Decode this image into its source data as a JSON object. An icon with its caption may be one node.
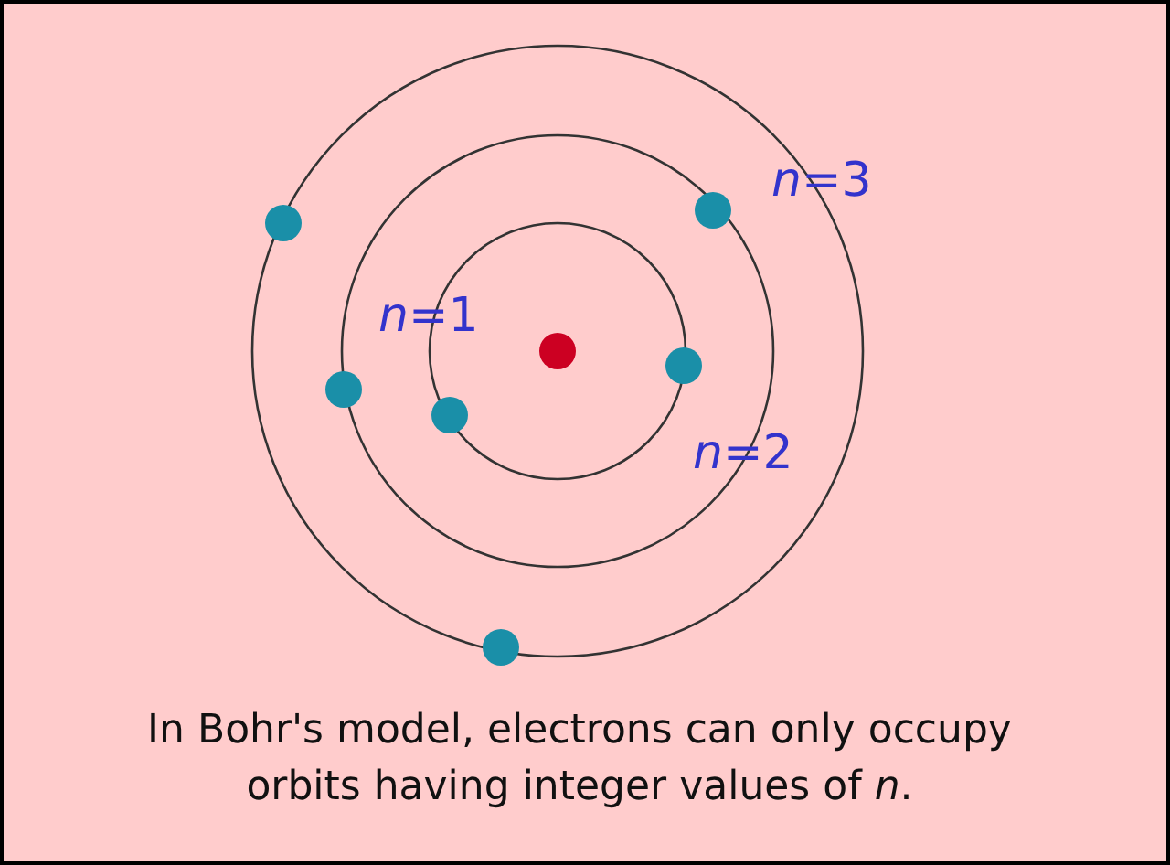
{
  "diagram": {
    "caption": "In Bohr's model, electrons can only occupy orbits having integer values of *n*.",
    "labels": [
      "*n*=3",
      "*n*=1",
      "*n*=2"
    ]
  }
}
